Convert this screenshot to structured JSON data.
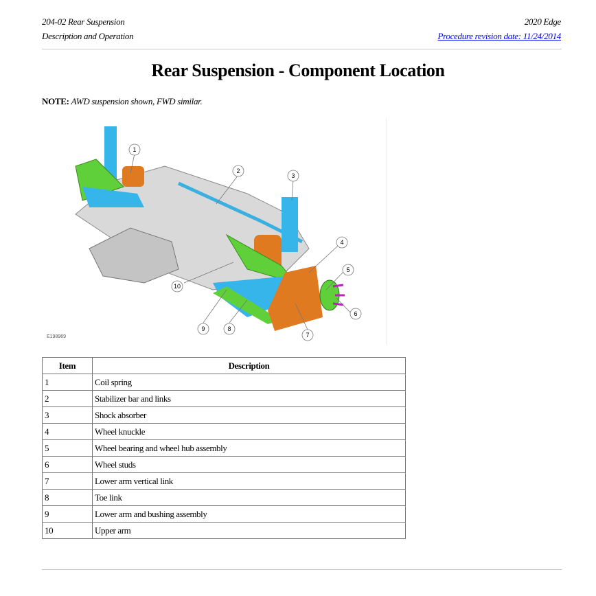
{
  "header": {
    "section": "204-02 Rear Suspension",
    "subsection": "Description and Operation",
    "vehicle": "2020 Edge",
    "revision_link": "Procedure revision date: 11/24/2014"
  },
  "title": "Rear Suspension - Component Location",
  "note": {
    "label": "NOTE:",
    "text": "AWD suspension shown, FWD similar."
  },
  "figure": {
    "id": "E198969",
    "callouts": [
      "1",
      "2",
      "3",
      "4",
      "5",
      "6",
      "7",
      "8",
      "9",
      "10"
    ]
  },
  "table": {
    "headers": [
      "Item",
      "Description"
    ],
    "rows": [
      [
        "1",
        "Coil spring"
      ],
      [
        "2",
        "Stabilizer bar and links"
      ],
      [
        "3",
        "Shock absorber"
      ],
      [
        "4",
        "Wheel knuckle"
      ],
      [
        "5",
        "Wheel bearing and wheel hub assembly"
      ],
      [
        "6",
        "Wheel studs"
      ],
      [
        "7",
        "Lower arm vertical link"
      ],
      [
        "8",
        "Toe link"
      ],
      [
        "9",
        "Lower arm and bushing assembly"
      ],
      [
        "10",
        "Upper arm"
      ]
    ]
  }
}
